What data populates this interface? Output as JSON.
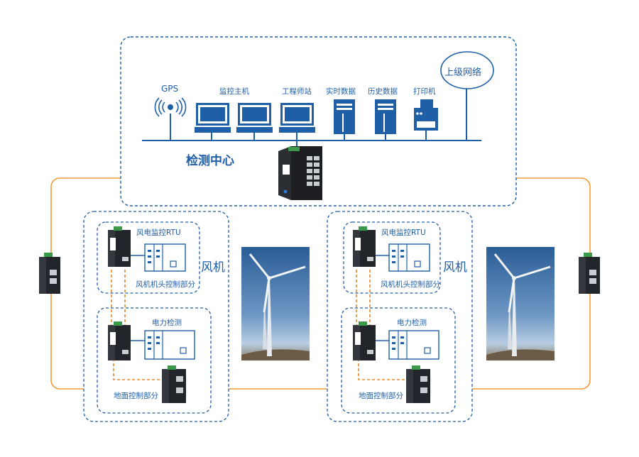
{
  "center": {
    "title": "检测中心",
    "gps_label": "GPS",
    "monitor_host_label": "监控主机",
    "engineer_station_label": "工程师站",
    "realtime_data_label": "实时数据",
    "history_data_label": "历史数据",
    "printer_label": "打印机",
    "upper_network_label": "上级网络"
  },
  "turbine_left": {
    "title": "风机",
    "rtu_label": "风电监控RTU",
    "nacelle_label": "风机机头控制部分",
    "power_label": "电力检测",
    "ground_label": "地面控制部分"
  },
  "turbine_right": {
    "title": "风机",
    "rtu_label": "风电监控RTU",
    "nacelle_label": "风机机头控制部分",
    "power_label": "电力检测",
    "ground_label": "地面控制部分"
  },
  "colors": {
    "blue": "#1f5fa8",
    "ring_orange": "#f39a3a",
    "dashed_orange": "#e8892b",
    "sky": "#3f72a8"
  }
}
